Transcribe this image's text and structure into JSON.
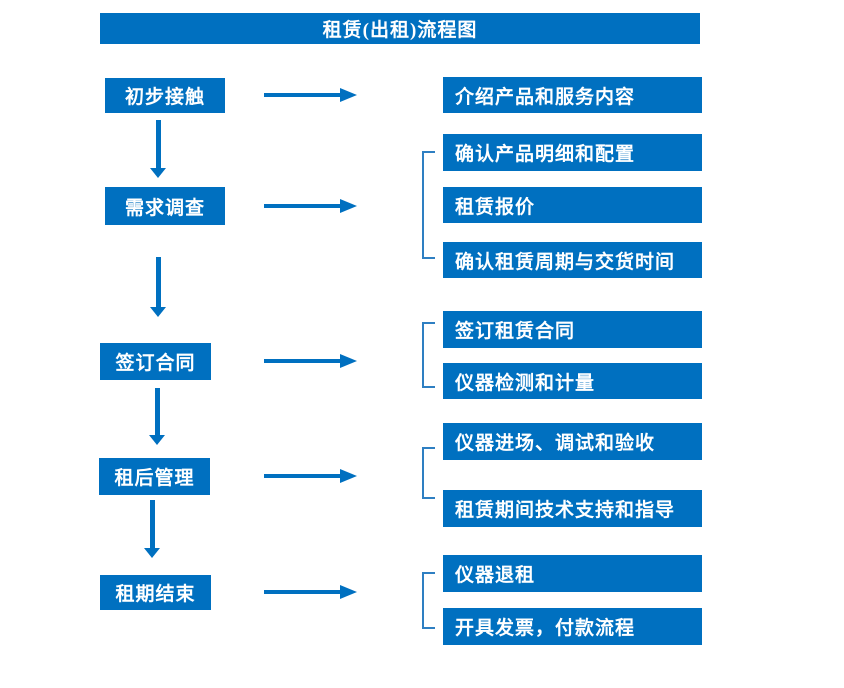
{
  "title": "租赁(出租)流程图",
  "colors": {
    "primary_blue": "#0070c0",
    "bracket_blue": "#2e7fc2",
    "text_white": "#ffffff",
    "background": "#ffffff"
  },
  "steps": [
    {
      "label": "初步接触",
      "details": [
        "介绍产品和服务内容"
      ]
    },
    {
      "label": "需求调查",
      "details": [
        "确认产品明细和配置",
        "租赁报价",
        "确认租赁周期与交货时间"
      ]
    },
    {
      "label": "签订合同",
      "details": [
        "签订租赁合同",
        "仪器检测和计量"
      ]
    },
    {
      "label": "租后管理",
      "details": [
        "仪器进场、调试和验收",
        "租赁期间技术支持和指导"
      ]
    },
    {
      "label": "租期结束",
      "details": [
        "仪器退租",
        "开具发票，付款流程"
      ]
    }
  ]
}
